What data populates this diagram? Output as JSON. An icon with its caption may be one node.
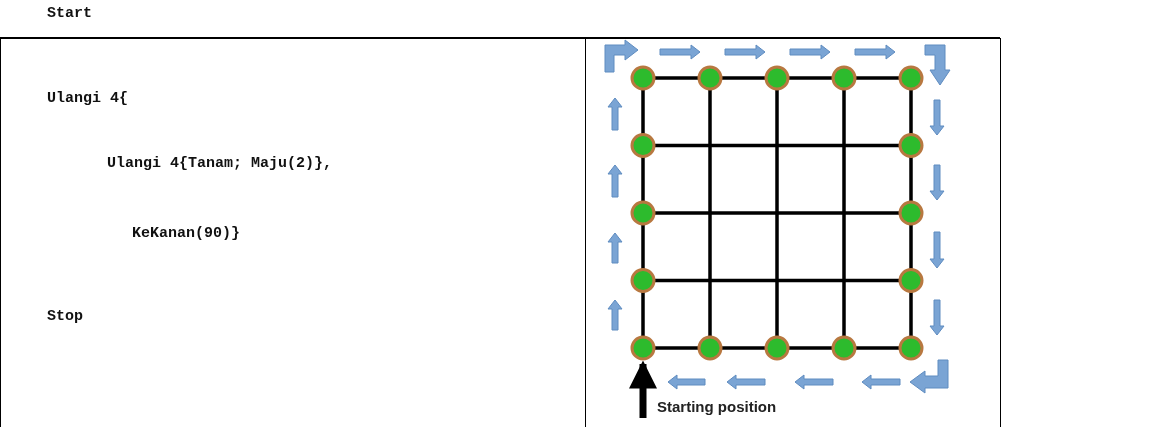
{
  "diagram": {
    "nodes": [
      {
        "text": [
          "Starting position"
        ]
      },
      {
        "text": [],
        "shape": "circle"
      }
    ],
    "edges": [
      {
        "from": 0,
        "to": 1,
        "arrow": "to"
      }
    ],
    "labels": [
      "Start",
      "Ulangi 4{",
      "Ulangi 4{Tanam; Maju(2)},",
      "KeKanan(90)}",
      "Stop"
    ]
  }
}
